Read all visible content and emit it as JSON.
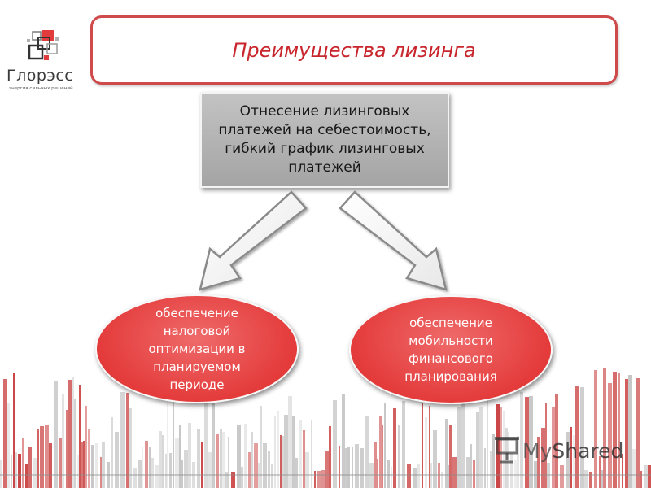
{
  "logo": {
    "name": "Глорэсс",
    "tagline": "энергия сильных решений"
  },
  "title": "Преимущества лизинга",
  "diagram": {
    "top_box": "Отнесение лизинговых платежей на себестоимость, гибкий график лизинговых платежей",
    "left_ellipse": "обеспечение налоговой оптимизации в планируемом периоде",
    "right_ellipse": "обеспечение мобильности финансового планирования"
  },
  "watermark": {
    "prefix": "My",
    "suffix": "Shared"
  },
  "colors": {
    "title_border": "#cf4a4a",
    "title_text": "#c8252c",
    "top_box": "#b4b4b4",
    "ellipse": "#e43b3b",
    "skyline_red": "#c83a3a",
    "skyline_grey": "#8c8c8c"
  }
}
